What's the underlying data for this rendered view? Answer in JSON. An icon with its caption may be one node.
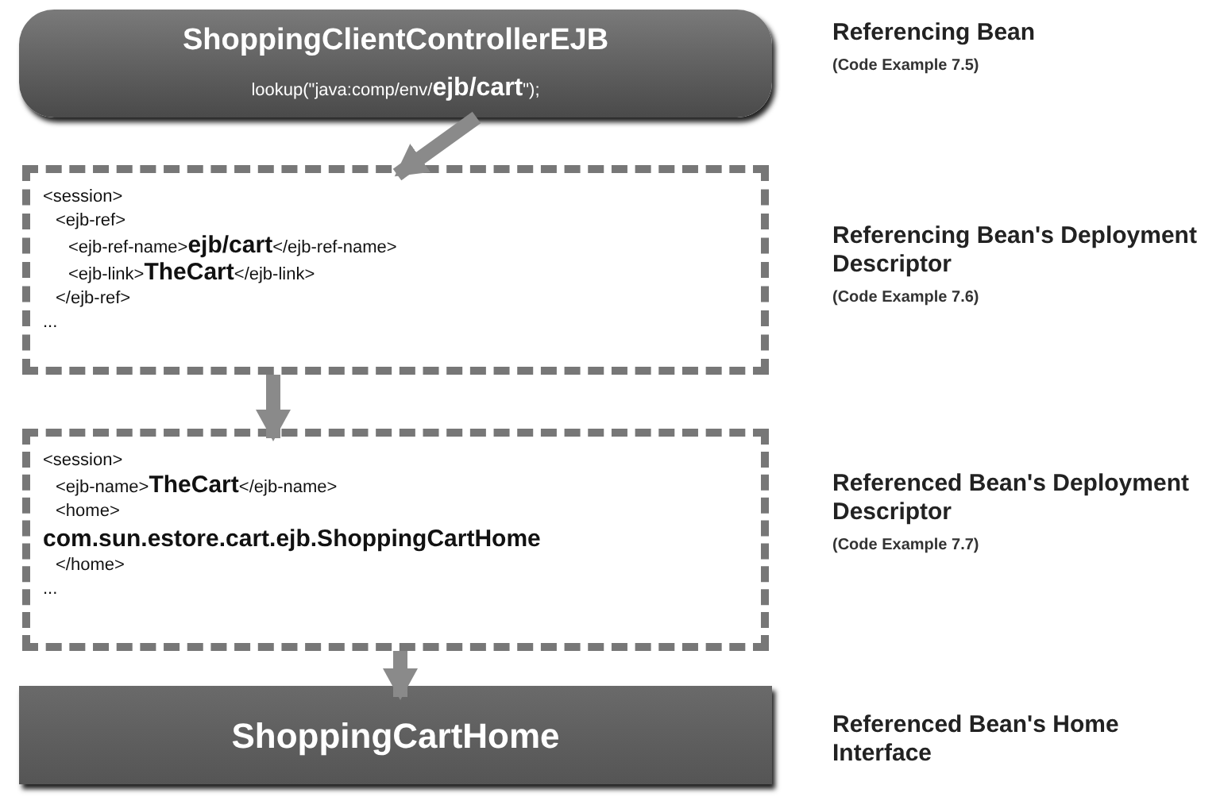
{
  "diagram": {
    "nodes": [
      {
        "text": [
          "ShoppingClientControllerEJB",
          "lookup(\"java:comp/env/**ejb/cart**\");"
        ],
        "beside": [
          "Referencing Bean",
          "(Code Example 7.5)"
        ]
      },
      {
        "text": [
          "<session>",
          "<ejb-ref>",
          "<ejb-ref-name>**ejb/cart**</ejb-ref-name>",
          "<ejb-link>**TheCart**</ejb-link>",
          "</ejb-ref>",
          "..."
        ],
        "beside": [
          "Referencing Bean's Deployment Descriptor",
          "(Code Example 7.6)"
        ]
      },
      {
        "text": [
          "<session>",
          "<ejb-name>**TheCart**</ejb-name>",
          "<home>",
          "com.sun.estore.cart.ejb.ShoppingCartHome",
          "</home>",
          "..."
        ],
        "beside": [
          "Referenced Bean's Deployment Descriptor",
          "(Code Example 7.7)"
        ]
      },
      {
        "text": [
          "ShoppingCartHome"
        ],
        "beside": [
          "Referenced Bean's Home Interface"
        ]
      }
    ],
    "edges": [
      {
        "from": 0,
        "to": 1,
        "arrow": "to"
      },
      {
        "from": 1,
        "to": 2,
        "arrow": "to"
      },
      {
        "from": 2,
        "to": 3,
        "arrow": "to"
      }
    ]
  }
}
